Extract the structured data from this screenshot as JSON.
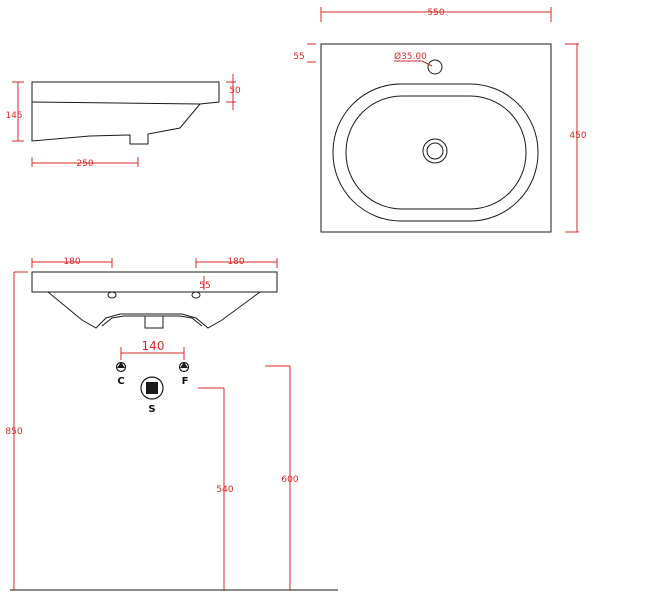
{
  "dimensions": {
    "top_width": "550",
    "top_tap_offset": "55",
    "tap_hole": "Ø35.00",
    "top_depth": "450",
    "side_height": "145",
    "side_rim": "50",
    "side_depth": "250",
    "front_left": "180",
    "front_right": "180",
    "front_hole": "55",
    "supply_spacing": "140",
    "total_height": "850",
    "waste_height": "540",
    "supply_height": "600"
  },
  "labels": {
    "cold": "C",
    "hot": "F",
    "waste": "S"
  },
  "colors": {
    "dimension": "#d62828",
    "outline": "#1a1a1a"
  }
}
